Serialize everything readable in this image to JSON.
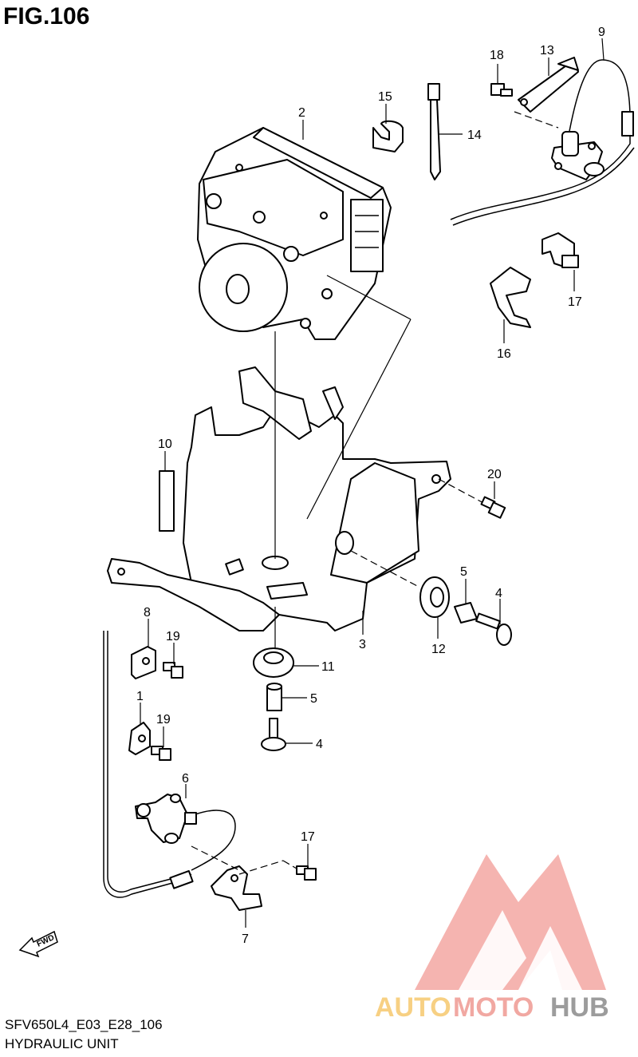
{
  "header": {
    "figure_title": "FIG.106"
  },
  "footer": {
    "model_code": "SFV650L4_E03_E28_106",
    "section_name": "HYDRAULIC UNIT"
  },
  "fwd_label": "FWD",
  "watermark": {
    "auto": "AUTO",
    "moto": "MOTO",
    "hub": "HUB"
  },
  "callouts": {
    "c1": "1",
    "c2": "2",
    "c3": "3",
    "c4a": "4",
    "c4b": "4",
    "c5a": "5",
    "c5b": "5",
    "c6": "6",
    "c7": "7",
    "c8": "8",
    "c9": "9",
    "c10": "10",
    "c11": "11",
    "c12": "12",
    "c13": "13",
    "c14": "14",
    "c15": "15",
    "c16": "16",
    "c17a": "17",
    "c17b": "17",
    "c18": "18",
    "c19a": "19",
    "c19b": "19",
    "c20": "20"
  },
  "colors": {
    "watermark_red": "#f08a84",
    "watermark_yellow": "#f6c86e",
    "watermark_gray": "#8b8b8b"
  }
}
